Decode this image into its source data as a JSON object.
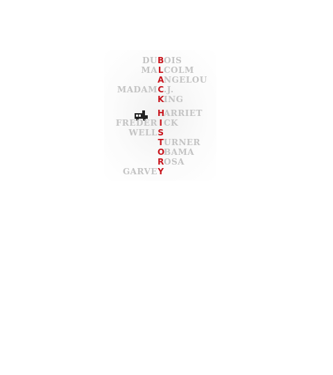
{
  "colors": {
    "keyword": "#c8141c",
    "names": "#c4c4c4",
    "background": "#ffffff",
    "icon": "#222222"
  },
  "icon": "bus-icon",
  "rows": [
    {
      "left": "DU",
      "key": "B",
      "right": "OIS"
    },
    {
      "left": "MA",
      "key": "L",
      "right": "COLM"
    },
    {
      "left": "",
      "key": "A",
      "right": "NGELOU"
    },
    {
      "left": "MADAM",
      "key": "C",
      "right": ".J."
    },
    {
      "left": "",
      "key": "K",
      "right": "ING"
    },
    {
      "left": "",
      "key": "H",
      "right": "ARRIET"
    },
    {
      "left": "FREDER",
      "key": "I",
      "right": "CK"
    },
    {
      "left": "WELL",
      "key": "S",
      "right": ""
    },
    {
      "left": "",
      "key": "T",
      "right": "URNER"
    },
    {
      "left": "",
      "key": "O",
      "right": "BAMA"
    },
    {
      "left": "",
      "key": "R",
      "right": "OSA"
    },
    {
      "left": "GARVE",
      "key": "Y",
      "right": ""
    }
  ]
}
